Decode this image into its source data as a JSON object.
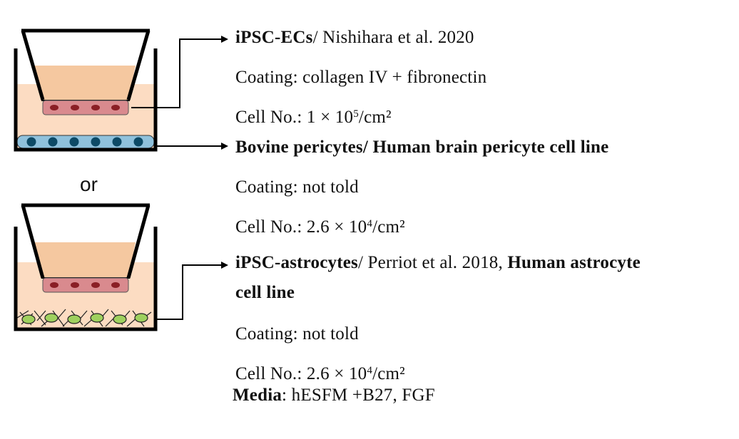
{
  "separator": "or",
  "blocks": [
    {
      "title_bold": "iPSC-ECs",
      "title_rest": "/ Nishihara et al. 2020",
      "coating": "Coating: collagen IV + fibronectin",
      "cellno_prefix": "Cell No.: 1 × 10",
      "cellno_exp": "5",
      "cellno_suffix": "/cm²"
    },
    {
      "title_bold": "Bovine pericytes/ Human brain pericyte cell line",
      "coating": "Coating: not told",
      "cellno_prefix": "Cell No.: 2.6 × 10",
      "cellno_exp": "4",
      "cellno_suffix": "/cm²"
    },
    {
      "title_bold": "iPSC-astrocytes",
      "title_rest": "/ Perriot et al. 2018, ",
      "title_bold2": "Human astrocyte",
      "title_line2": "cell line",
      "coating": "Coating: not told",
      "cellno_prefix": "Cell No.: 2.6 × 10",
      "cellno_exp": "4",
      "cellno_suffix": "/cm²"
    }
  ],
  "media": {
    "label": "Media",
    "value": ": hESFM +B27, FGF"
  },
  "colors": {
    "medium_upper": "#f5c8a0",
    "medium_lower": "#fcdcc2",
    "endothelial_cell": "#d98a8e",
    "endothelial_nucleus": "#8a1f25",
    "pericyte_cell": "#8fc1dc",
    "pericyte_nucleus": "#0d4a66",
    "astrocyte_cell": "#9ed05e",
    "astrocyte_process": "#222222"
  }
}
